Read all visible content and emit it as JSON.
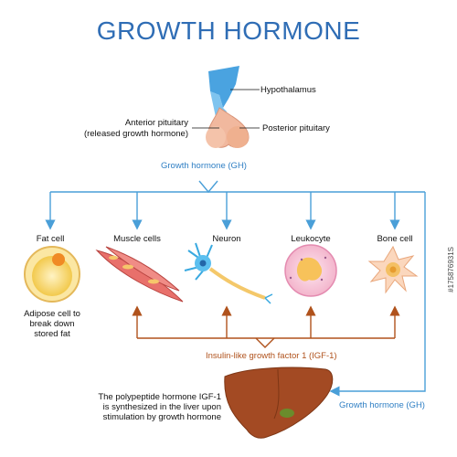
{
  "title": "GROWTH HORMONE",
  "pituitary": {
    "hypothalamus": "Hypothalamus",
    "anterior": "Anterior pituitary",
    "anterior_note": "(released growth hormone)",
    "posterior": "Posterior pituitary"
  },
  "gh_label_top": "Growth hormone (GH)",
  "cells": [
    {
      "label": "Fat cell"
    },
    {
      "label": "Muscle cells"
    },
    {
      "label": "Neuron"
    },
    {
      "label": "Leukocyte"
    },
    {
      "label": "Bone cell"
    }
  ],
  "fat_note": [
    "Adipose cell to",
    "break down",
    "stored fat"
  ],
  "igf_label": "Insulin-like growth factor 1 (IGF-1)",
  "liver_note": [
    "The polypeptide hormone IGF-1",
    "is synthesized in the liver upon",
    "stimulation by growth hormone"
  ],
  "gh_label_bottom": "Growth hormone (GH)",
  "stock_id": "#175876931S",
  "colors": {
    "title": "#2f6db5",
    "gh_arrow": "#4a9fd8",
    "igf_arrow": "#b0521c",
    "liver": "#a34a23"
  }
}
